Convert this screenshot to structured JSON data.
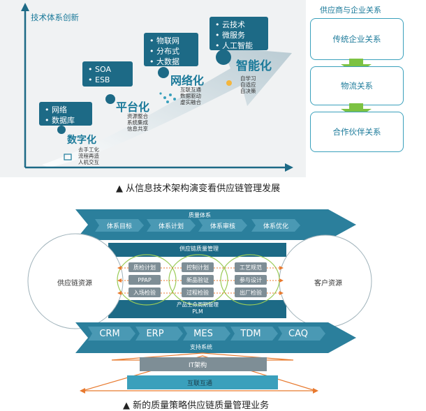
{
  "top": {
    "chart_title": "技术体系创新",
    "stages": [
      {
        "name": "数字化",
        "items": [
          "网络",
          "数据库"
        ],
        "desc": [
          "去手工化",
          "流程再造",
          "人机交互"
        ]
      },
      {
        "name": "平台化",
        "items": [
          "SOA",
          "ESB"
        ],
        "desc": [
          "资源整合",
          "系统集成",
          "信息共享"
        ]
      },
      {
        "name": "网络化",
        "items": [
          "物联网",
          "分布式",
          "大数据"
        ],
        "desc": [
          "互联互通",
          "数据驱动",
          "虚实融合"
        ]
      },
      {
        "name": "智能化",
        "items": [
          "云技术",
          "微服务",
          "人工智能"
        ],
        "desc": [
          "自学习",
          "自适应",
          "自决策"
        ]
      }
    ],
    "relation_title": "供应商与企业关系",
    "relations": [
      "传统企业关系",
      "物流关系",
      "合作伙伴关系"
    ],
    "caption": "▲  从信息技术架构演变看供应链管理发展"
  },
  "bottom": {
    "quality_system": "质量体系",
    "quality_items": [
      "体系目标",
      "体系计划",
      "体系审核",
      "体系优化"
    ],
    "scm_quality": "供应链质量管理",
    "left_circle": "供应链资源",
    "right_circle": "客户资源",
    "left_pills": [
      "质检计划",
      "PPAP",
      "入场检验"
    ],
    "mid_pills": [
      "控制计划",
      "新品验证",
      "过程检验"
    ],
    "right_pills": [
      "工艺规范",
      "参与设计",
      "出厂检验"
    ],
    "plm_line1": "产品生命周期管理",
    "plm_line2": "PLM",
    "support_items": [
      "CRM",
      "ERP",
      "MES",
      "TDM",
      "CAQ"
    ],
    "support_label": "支持系统",
    "it_arch": "IT架构",
    "interconnect": "互联互通",
    "caption": "▲  新的质量策略供应链质量管理业务"
  },
  "colors": {
    "teal_dark": "#1d6a86",
    "teal": "#2b7f9c",
    "teal_light": "#3aa0bc",
    "green_arrow": "#7cc242",
    "orange": "#e87a2f",
    "gray_pill": "#7e8e96",
    "panel_bg": "#f0f2f3"
  }
}
